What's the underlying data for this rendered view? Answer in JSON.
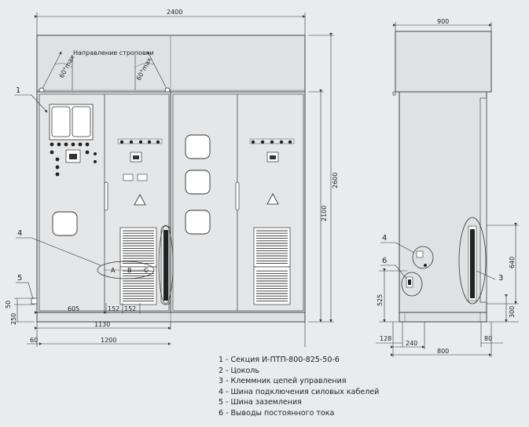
{
  "front_view": {
    "dim_total_width": "2400",
    "dim_height_total": "2600",
    "dim_height_body": "2100",
    "dim_1130": "1130",
    "dim_1200": "1200",
    "dim_605": "605",
    "dim_152a": "152",
    "dim_152b": "152",
    "dim_60": "60",
    "dim_250": "250",
    "dim_50": "50",
    "sling_label": "Направление строповки",
    "angle_left": "60°max",
    "angle_right": "60°max",
    "phase_a": "A",
    "phase_b": "B",
    "phase_c": "C"
  },
  "side_view": {
    "dim_top": "900",
    "dim_640": "640",
    "dim_525": "525",
    "dim_300": "300",
    "dim_128": "128",
    "dim_240": "240",
    "dim_80": "80",
    "dim_800": "800"
  },
  "callouts": {
    "c1": "1",
    "c4": "4",
    "c5": "5",
    "s4": "4",
    "s6": "6",
    "s3": "3"
  },
  "legend": [
    "1 - Секция И-ПТП-800-825-50-6",
    "2 - Цоколь",
    "3 - Клеммник цепей управления",
    "4 - Шина подключения силовых кабелей",
    "5 - Шина заземления",
    "6 - Выводы постоянного тока"
  ]
}
